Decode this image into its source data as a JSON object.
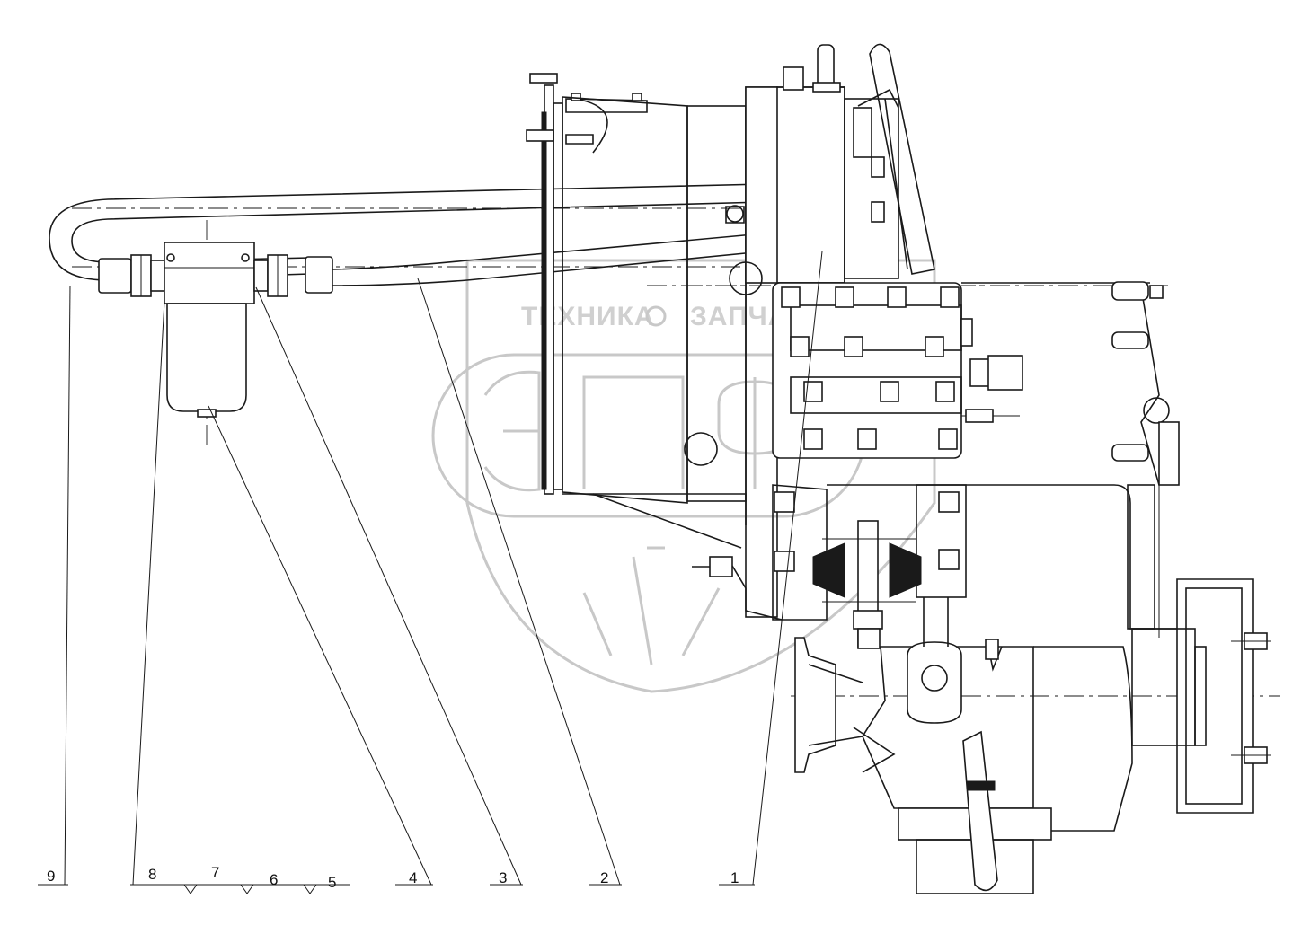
{
  "callouts": [
    {
      "num": "1"
    },
    {
      "num": "2"
    },
    {
      "num": "3"
    },
    {
      "num": "4"
    },
    {
      "num": "5"
    },
    {
      "num": "6"
    },
    {
      "num": "7"
    },
    {
      "num": "8"
    },
    {
      "num": "9"
    }
  ],
  "watermark": {
    "left_word": "ТЕХНИКА",
    "right_word": "ЗАПЧАСТИ",
    "logo_letters": "ЭПФ"
  },
  "colors": {
    "line": "#1a1a1a",
    "watermark": "#c8c8c8",
    "background": "#ffffff"
  }
}
